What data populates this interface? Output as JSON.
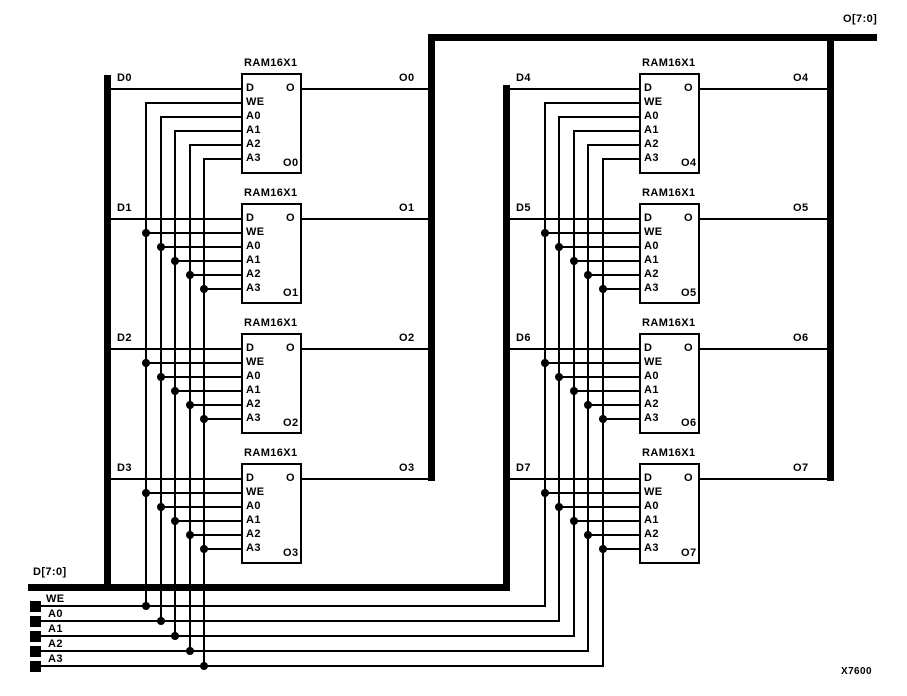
{
  "palette": {
    "ink": "#000000",
    "paper": "#ffffff"
  },
  "diagram": {
    "figure_id": "X7600",
    "input_bus_label": "D[7:0]",
    "output_bus_label": "O[7:0]",
    "control_signals": [
      "WE",
      "A0",
      "A1",
      "A2",
      "A3"
    ],
    "blocks": [
      {
        "title": "RAM16X1",
        "instance": "O0",
        "input_label": "D0",
        "output_label": "O0",
        "pin_out": "O",
        "pins_left": [
          "D",
          "WE",
          "A0",
          "A1",
          "A2",
          "A3"
        ]
      },
      {
        "title": "RAM16X1",
        "instance": "O1",
        "input_label": "D1",
        "output_label": "O1",
        "pin_out": "O",
        "pins_left": [
          "D",
          "WE",
          "A0",
          "A1",
          "A2",
          "A3"
        ]
      },
      {
        "title": "RAM16X1",
        "instance": "O2",
        "input_label": "D2",
        "output_label": "O2",
        "pin_out": "O",
        "pins_left": [
          "D",
          "WE",
          "A0",
          "A1",
          "A2",
          "A3"
        ]
      },
      {
        "title": "RAM16X1",
        "instance": "O3",
        "input_label": "D3",
        "output_label": "O3",
        "pin_out": "O",
        "pins_left": [
          "D",
          "WE",
          "A0",
          "A1",
          "A2",
          "A3"
        ]
      },
      {
        "title": "RAM16X1",
        "instance": "O4",
        "input_label": "D4",
        "output_label": "O4",
        "pin_out": "O",
        "pins_left": [
          "D",
          "WE",
          "A0",
          "A1",
          "A2",
          "A3"
        ]
      },
      {
        "title": "RAM16X1",
        "instance": "O5",
        "input_label": "D5",
        "output_label": "O5",
        "pin_out": "O",
        "pins_left": [
          "D",
          "WE",
          "A0",
          "A1",
          "A2",
          "A3"
        ]
      },
      {
        "title": "RAM16X1",
        "instance": "O6",
        "input_label": "D6",
        "output_label": "O6",
        "pin_out": "O",
        "pins_left": [
          "D",
          "WE",
          "A0",
          "A1",
          "A2",
          "A3"
        ]
      },
      {
        "title": "RAM16X1",
        "instance": "O7",
        "input_label": "D7",
        "output_label": "O7",
        "pin_out": "O",
        "pins_left": [
          "D",
          "WE",
          "A0",
          "A1",
          "A2",
          "A3"
        ]
      }
    ]
  }
}
